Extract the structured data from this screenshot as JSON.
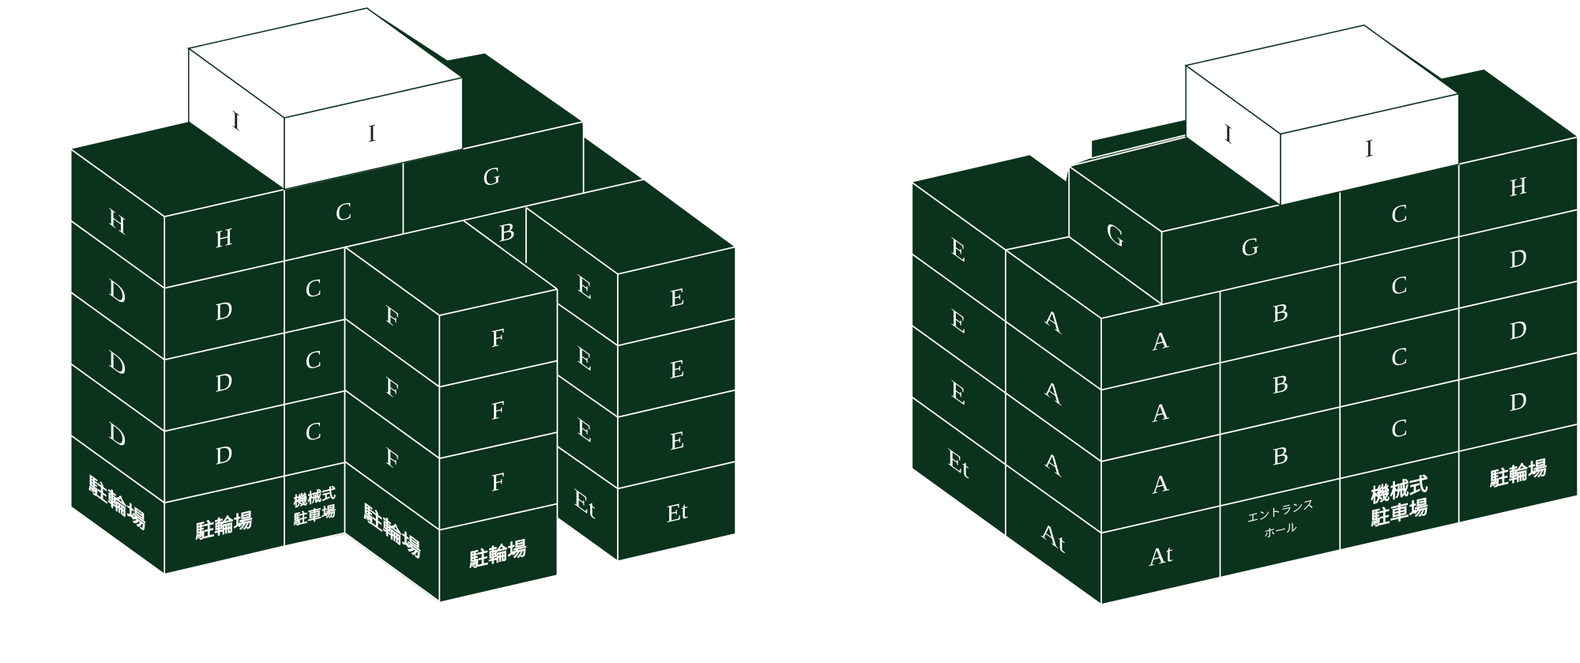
{
  "colors": {
    "block_fill": "#0a321d",
    "roof_box_fill": "#ffffff",
    "edge": "#ffffff"
  },
  "left_building": {
    "roof": {
      "i_side": "I",
      "i_front": "I",
      "g": "G",
      "c": "C",
      "b": "B"
    },
    "col_hd_side": [
      "H",
      "D",
      "D",
      "D",
      "駐輪場"
    ],
    "col_hd_front": [
      "H",
      "D",
      "D",
      "D",
      "駐輪場"
    ],
    "col_c_front": [
      "C",
      "C",
      "C"
    ],
    "mech_parking": [
      "機械式",
      "駐車場"
    ],
    "col_f_side": [
      "F",
      "F",
      "F",
      "駐輪場"
    ],
    "col_f_front": [
      "F",
      "F",
      "F",
      "駐輪場"
    ],
    "col_e_side": [
      "E",
      "E",
      "E",
      "Et"
    ],
    "col_e_front": [
      "E",
      "E",
      "E",
      "Et"
    ]
  },
  "right_building": {
    "roof": {
      "i_side": "I",
      "i_front": "I",
      "g_side": "G",
      "g_front": "G"
    },
    "col_e_side": [
      "E",
      "E",
      "E",
      "Et"
    ],
    "col_a_side": [
      "A",
      "A",
      "A",
      "At"
    ],
    "col_a_front": [
      "A",
      "A",
      "A",
      "At"
    ],
    "col_b_front": [
      "B",
      "B",
      "B"
    ],
    "entrance_hall": [
      "エントランス",
      "ホール"
    ],
    "col_c_front": [
      "C",
      "C",
      "C",
      "C"
    ],
    "mech_parking": [
      "機械式",
      "駐車場"
    ],
    "col_hd_front": [
      "H",
      "D",
      "D",
      "D",
      "駐輪場"
    ]
  }
}
